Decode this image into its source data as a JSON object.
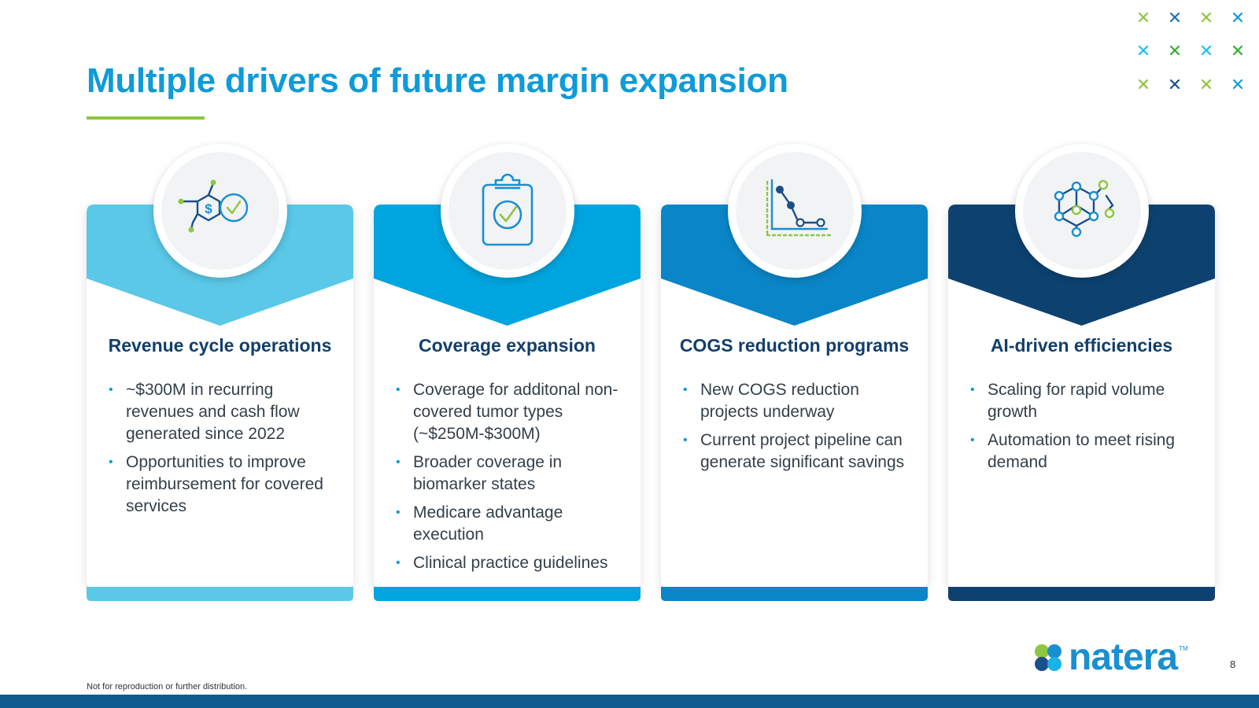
{
  "slide": {
    "title": "Multiple drivers of future margin expansion",
    "footnote": "Not for reproduction or further distribution.",
    "page_number": "8"
  },
  "brand": {
    "name": "natera",
    "trademark": "TM",
    "logo_icon": "clover-logo-icon"
  },
  "decoration": {
    "icon": "cross-pattern-icon",
    "colors": [
      "#8dc63f",
      "#0f9bd7",
      "#19c3e6",
      "#1b4f8a"
    ]
  },
  "cards": [
    {
      "title": "Revenue cycle operations",
      "icon": "revenue-cycle-icon",
      "color": "#5bc8e8",
      "bullets": [
        "~$300M in recurring revenues and cash flow generated since 2022",
        "Opportunities to improve reimbursement for covered services"
      ]
    },
    {
      "title": "Coverage expansion",
      "icon": "clipboard-check-icon",
      "color": "#00a5df",
      "bullets": [
        "Coverage for additonal non-covered tumor types (~$250M-$300M)",
        "Broader coverage in biomarker states",
        "Medicare advantage execution",
        "Clinical practice guidelines"
      ]
    },
    {
      "title": "COGS reduction programs",
      "icon": "cost-decline-chart-icon",
      "color": "#0a86c8",
      "bullets": [
        "New COGS reduction projects underway",
        "Current project pipeline can generate significant savings"
      ]
    },
    {
      "title": "AI-driven efficiencies",
      "icon": "network-hexagon-icon",
      "color": "#0d4270",
      "bullets": [
        "Scaling for rapid volume growth",
        "Automation to meet rising demand"
      ]
    }
  ]
}
